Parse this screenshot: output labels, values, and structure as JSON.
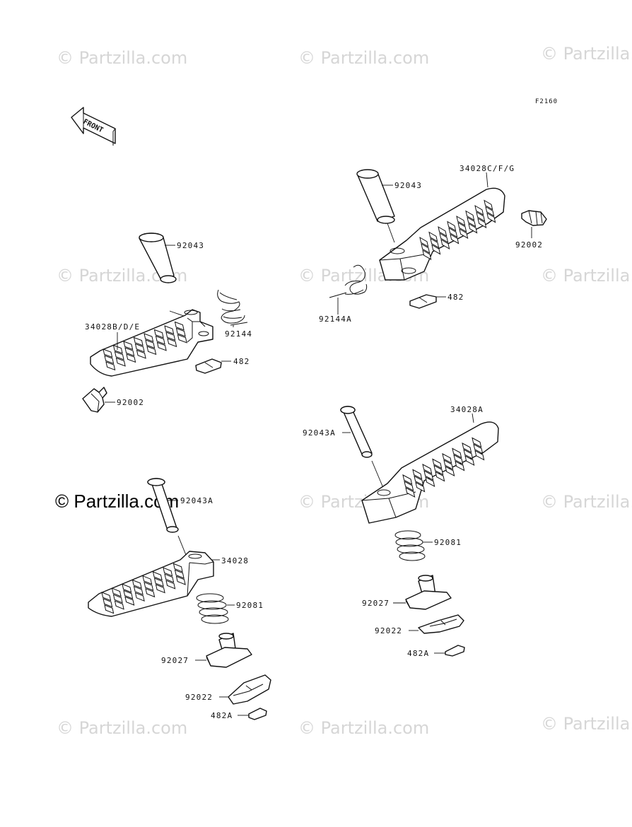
{
  "diagram_code": "F2160",
  "front_arrow_label": "FRONT",
  "watermark": {
    "faint": "© Partzilla.com",
    "main": "© Partzilla.com"
  },
  "labels": {
    "upper_left": {
      "pin": "92043",
      "footpeg": "34028B/D/E",
      "spring": "92144",
      "clip": "482",
      "rubber": "92002"
    },
    "upper_right": {
      "pin": "92043",
      "footpeg": "34028C/F/G",
      "rubber": "92002",
      "spring": "92144A",
      "clip": "482"
    },
    "lower_left": {
      "pin": "92043A",
      "footpeg": "34028",
      "spring": "92081",
      "holder": "92027",
      "plate": "92022",
      "clip": "482A"
    },
    "lower_right": {
      "pin": "92043A",
      "footpeg": "34028A",
      "spring": "92081",
      "holder": "92027",
      "plate": "92022",
      "clip": "482A"
    }
  },
  "colors": {
    "line": "#111111",
    "watermark": "#d6d6d6",
    "background": "#ffffff"
  }
}
